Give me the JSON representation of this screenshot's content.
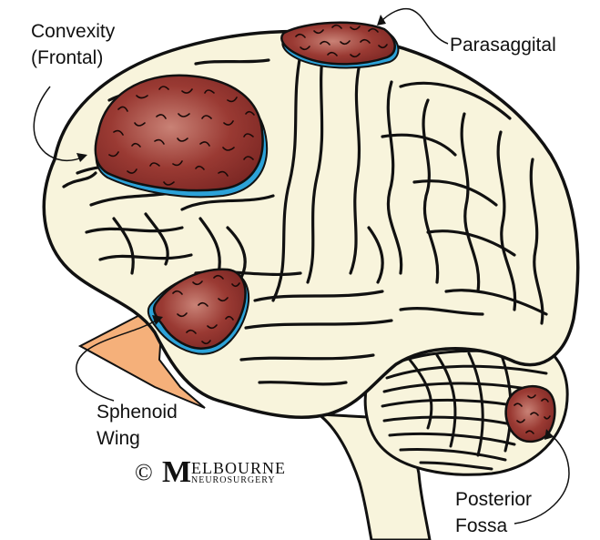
{
  "labels": {
    "convexity_line1": "Convexity",
    "convexity_line2": "(Frontal)",
    "parasaggital": "Parasaggital",
    "sphenoid_line1": "Sphenoid",
    "sphenoid_line2": "Wing",
    "posterior_line1": "Posterior",
    "posterior_line2": "Fossa"
  },
  "watermark": {
    "copyright_symbol": "©",
    "initial": "M",
    "top_text": "ELBOURNE",
    "bottom_text": "NEUROSURGERY"
  },
  "colors": {
    "brain_fill": "#f8f4dc",
    "outline": "#111111",
    "tumor": "#8b2e2a",
    "tumor_highlight": "#c47a6a",
    "dura": "#2ca2d8",
    "sphenoid_bone": "#f5b07a"
  }
}
